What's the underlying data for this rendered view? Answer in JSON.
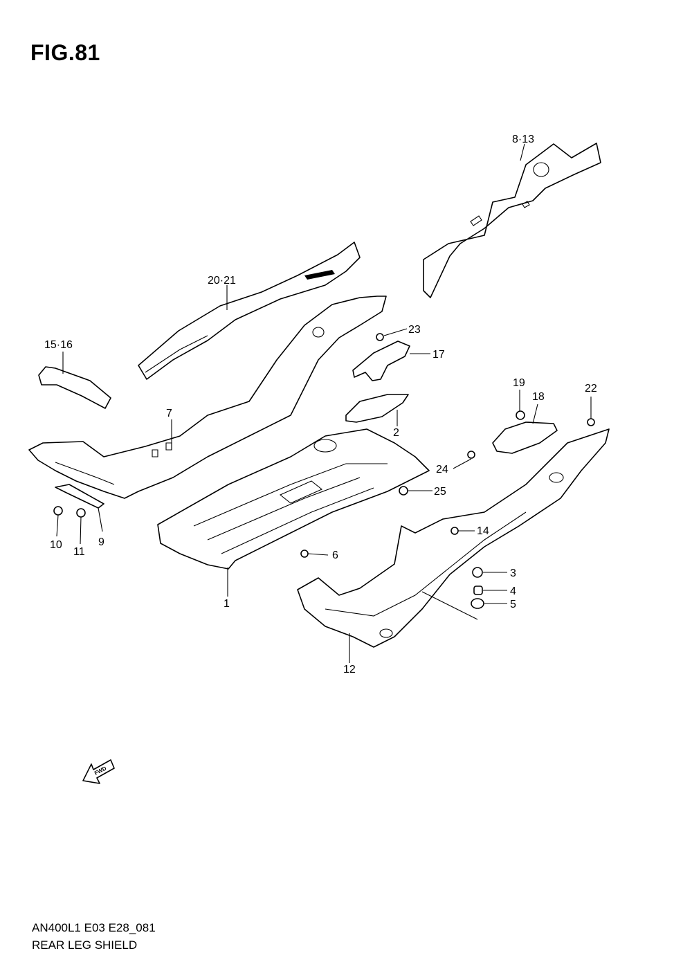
{
  "figure": {
    "title": "FIG.81"
  },
  "footer": {
    "code": "AN400L1 E03 E28_081",
    "name": "REAR LEG SHIELD"
  },
  "fwd_arrow": {
    "label": "FWD",
    "icon": "fwd-arrow-icon"
  },
  "callouts": {
    "c1": "1",
    "c2": "2",
    "c3": "3",
    "c4": "4",
    "c5": "5",
    "c6": "6",
    "c7": "7",
    "c8_13": "8·13",
    "c9": "9",
    "c10": "10",
    "c11": "11",
    "c12": "12",
    "c14": "14",
    "c15_16": "15·16",
    "c17": "17",
    "c18": "18",
    "c19": "19",
    "c20_21": "20·21",
    "c22": "22",
    "c23": "23",
    "c24": "24",
    "c25": "25"
  }
}
